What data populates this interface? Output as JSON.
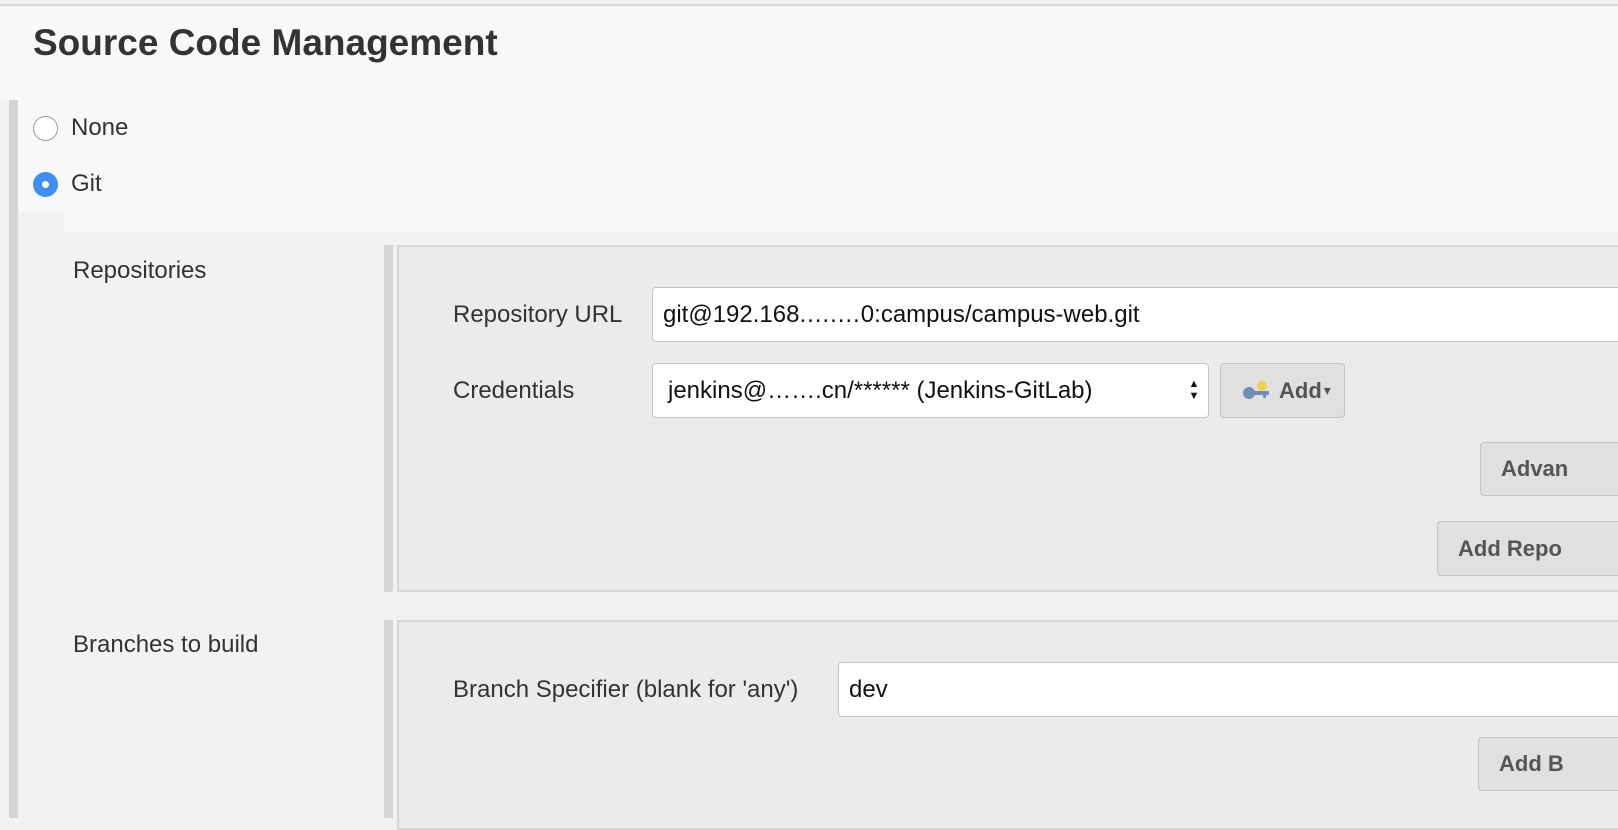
{
  "section": {
    "title": "Source Code Management"
  },
  "scm_options": [
    {
      "label": "None",
      "selected": false
    },
    {
      "label": "Git",
      "selected": true
    }
  ],
  "repositories": {
    "label": "Repositories",
    "url_label": "Repository URL",
    "url_value": "git@192.168.….…0:campus/campus-web.git",
    "credentials_label": "Credentials",
    "credentials_value": "jenkins@…….cn/****** (Jenkins-GitLab)",
    "add_label": "Add",
    "add_icon": "key-icon",
    "advanced_label": "Advan",
    "add_repo_label": "Add Repo"
  },
  "branches": {
    "label": "Branches to build",
    "specifier_label": "Branch Specifier (blank for 'any')",
    "specifier_value": "dev",
    "add_branch_label": "Add B"
  },
  "colors": {
    "radio_selected": "#3d8ef5",
    "panel_bg": "#ebebeb",
    "page_bg": "#f2f2f2"
  }
}
